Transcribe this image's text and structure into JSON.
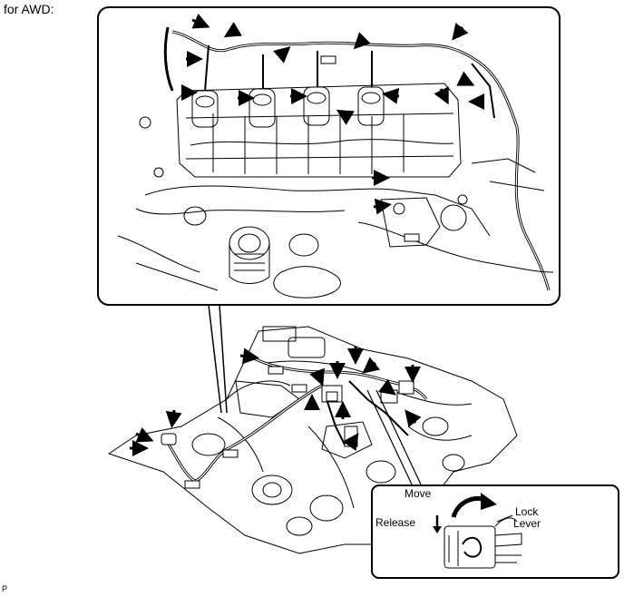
{
  "header": {
    "title": "for AWD:"
  },
  "figure_code": "P",
  "inset": {
    "move_label": "Move",
    "release_label": "Release",
    "lock_label_line1": "Lock",
    "lock_label_line2": "Lever"
  },
  "icons": {
    "arrow": "arrow-icon",
    "clamp": "clamp-icon"
  }
}
